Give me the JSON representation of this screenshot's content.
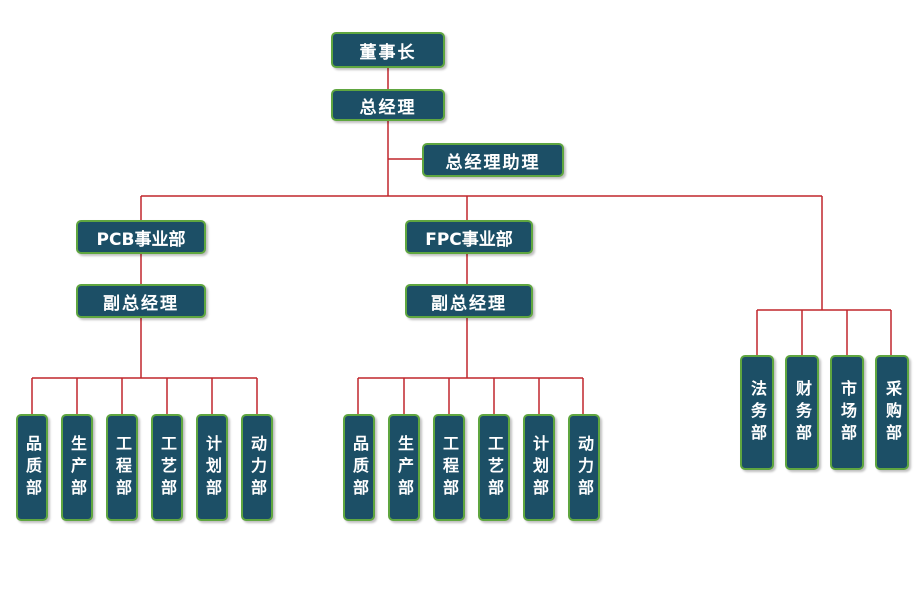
{
  "diagram": {
    "title": "Organization Chart",
    "colors": {
      "box_fill": "#1c4f66",
      "box_border": "#5fa640",
      "connector": "#c0262c",
      "text": "#ffffff"
    },
    "chairman": "董事长",
    "general_manager": "总经理",
    "gm_assistant": "总经理助理",
    "pcb": {
      "unit": "PCB事业部",
      "deputy": "副总经理",
      "depts": [
        "品质部",
        "生产部",
        "工程部",
        "工艺部",
        "计划部",
        "动力部"
      ]
    },
    "fpc": {
      "unit": "FPC事业部",
      "deputy": "副总经理",
      "depts": [
        "品质部",
        "生产部",
        "工程部",
        "工艺部",
        "计划部",
        "动力部"
      ]
    },
    "support": {
      "depts": [
        "法务部",
        "财务部",
        "市场部",
        "采购部"
      ]
    }
  }
}
